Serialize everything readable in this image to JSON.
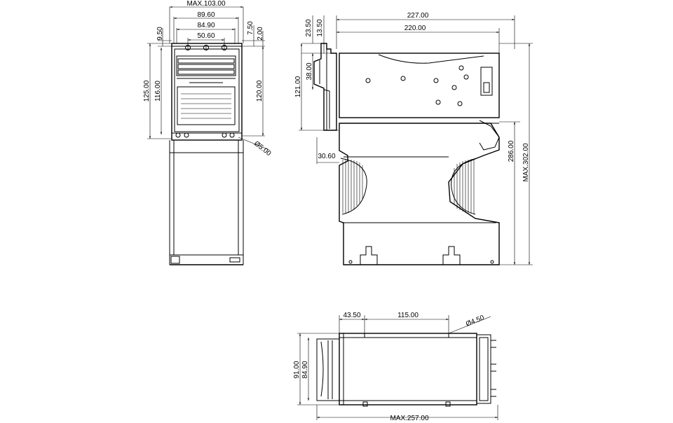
{
  "colors": {
    "background": "#ffffff",
    "line": "#000000"
  },
  "front_view": {
    "width_max": "MAX.103.00",
    "width_outer": "89.60",
    "width_mid": "84.90",
    "width_inner": "50.60",
    "top_offset_left": "9.50",
    "top_offset_right": "7.50",
    "top_step": "2.00",
    "height_outer": "125.00",
    "height_inner": "116.00",
    "height_right": "120.00",
    "hole_dia": "Ø5.00"
  },
  "side_view": {
    "length_max": "227.00",
    "length_body": "220.00",
    "top_off_a": "23.50",
    "top_off_b": "13.50",
    "front_h": "38.00",
    "front_total": "121.00",
    "bottom_step": "30.60",
    "height": "286.00",
    "height_max": "MAX.302.00"
  },
  "bottom_view": {
    "hole_offset": "43.50",
    "hole_spacing": "115.00",
    "hole_dia": "Ø4.50",
    "width_outer": "91.00",
    "width_inner": "84.90",
    "length_max": "MAX.257.00"
  }
}
